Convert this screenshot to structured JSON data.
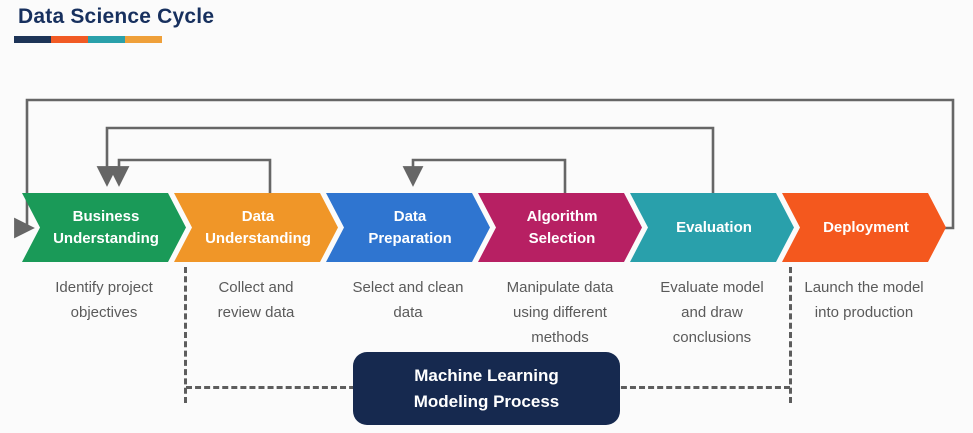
{
  "title": "Data Science Cycle",
  "title_underline_colors": [
    "#1d3457",
    "#f15a24",
    "#2aa0aa",
    "#efa03a"
  ],
  "connector_color": "#666666",
  "stages": [
    {
      "label": "Business\nUnderstanding",
      "color": "#1a9a58",
      "description": "Identify project\nobjectives"
    },
    {
      "label": "Data\nUnderstanding",
      "color": "#f09628",
      "description": "Collect and\nreview data"
    },
    {
      "label": "Data\nPreparation",
      "color": "#2f75d0",
      "description": "Select and clean\ndata"
    },
    {
      "label": "Algorithm\nSelection",
      "color": "#b72063",
      "description": "Manipulate data\nusing different\nmethods"
    },
    {
      "label": "Evaluation",
      "color": "#29a0ab",
      "description": "Evaluate model\nand draw\nconclusions"
    },
    {
      "label": "Deployment",
      "color": "#f4581e",
      "description": "Launch the model\ninto production"
    }
  ],
  "feedback_loops": [
    {
      "from": "Deployment",
      "to": "Business Understanding"
    },
    {
      "from": "Evaluation",
      "to": "Business Understanding"
    },
    {
      "from": "Data Understanding",
      "to": "Business Understanding"
    },
    {
      "from": "Algorithm Selection",
      "to": "Data Preparation"
    }
  ],
  "ml_box": {
    "label": "Machine Learning\nModeling Process",
    "color": "#16294f",
    "covers": [
      "Data Understanding",
      "Data Preparation",
      "Algorithm Selection",
      "Evaluation"
    ]
  }
}
